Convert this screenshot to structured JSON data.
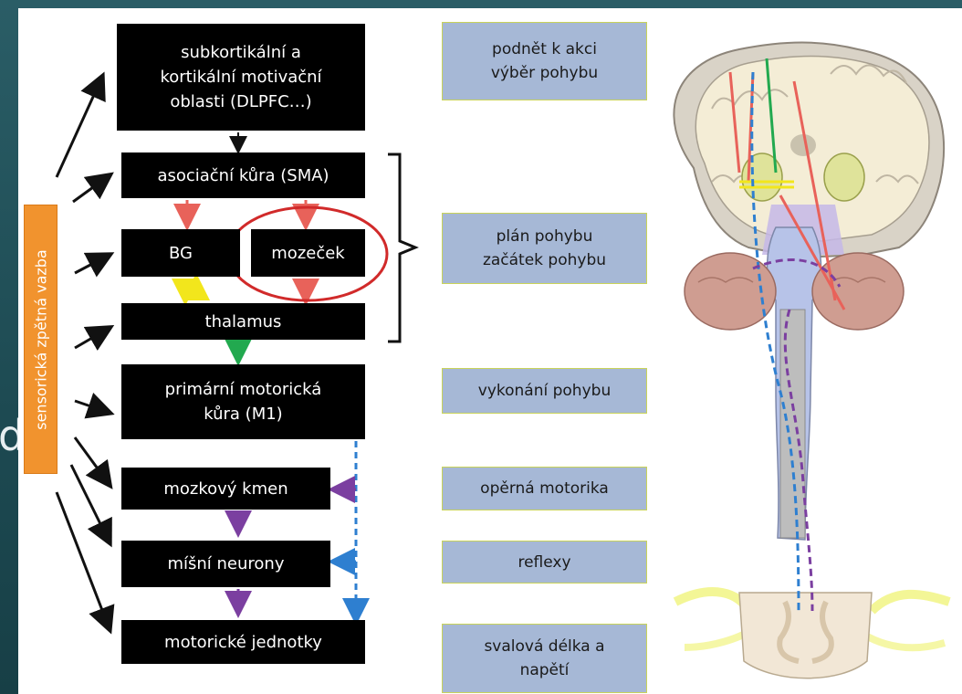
{
  "slide_background": {
    "left_glyph": "d"
  },
  "feedback_bar": {
    "label": "sensorická zpětná vazba",
    "color": "#f1932e"
  },
  "flow_boxes": {
    "motivation": "subkortikální a\nkortikální motivační\noblasti (DLPFC…)",
    "association": "asociační kůra (SMA)",
    "bg": "BG",
    "cerebellum": "mozeček",
    "thalamus": "thalamus",
    "primary_motor": "primární motorická\nkůra (M1)",
    "brainstem": "mozkový kmen",
    "spinal_neurons": "míšní  neurony",
    "motor_units": "motorické jednotky"
  },
  "stage_labels": {
    "action_trigger": "podnět k akci\nvýběr pohybu",
    "plan": "plán pohybu\nzačátek pohybu",
    "execution": "vykonání pohybu",
    "support": "opěrná motorika",
    "reflexes": "reflexy",
    "muscle": "svalová délka a\nnapětí"
  },
  "arrow_colors": {
    "black": "#111111",
    "red": "#e8625a",
    "yellow": "#f2e61c",
    "green": "#22a94f",
    "purple": "#7b3fa0",
    "blue": "#2e7fd0",
    "highlight_ellipse": "#d12a2a"
  }
}
